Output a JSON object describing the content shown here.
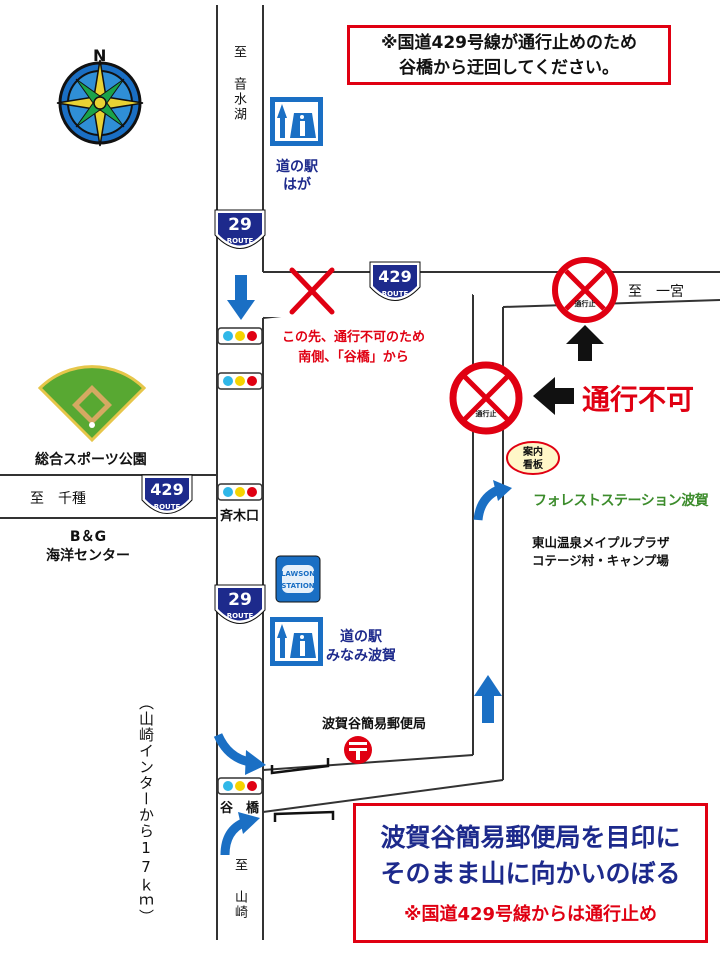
{
  "notices": {
    "top": [
      "※国道429号線が通行止めのため",
      "谷橋から迂回してください。"
    ],
    "bottom_main": [
      "波賀谷簡易郵便局を目印に",
      "そのまま山に向かいのぼる"
    ],
    "bottom_sub": "※国道429号線からは通行止め"
  },
  "compass": {
    "north": "N",
    "icon": "compass-rose-icon"
  },
  "directions": {
    "to_otomizu": "至 音水湖",
    "to_ichinomiya": "至　一宮",
    "to_chikusa": "至　千種",
    "to_yamasaki": "至 山崎",
    "yamasaki_ic": "（山崎インターから17ｋｍ）"
  },
  "routes": {
    "r29_top": {
      "number": "29",
      "sub": "ROUTE"
    },
    "r429_top": {
      "number": "429",
      "sub": "ROUTE"
    },
    "r429_left": {
      "number": "429",
      "sub": "ROUTE"
    },
    "r29_mid": {
      "number": "29",
      "sub": "ROUTE"
    }
  },
  "places": {
    "michinoeki_haga": [
      "道の駅",
      "はが"
    ],
    "michinoeki_minami": [
      "道の駅",
      "みなみ波賀"
    ],
    "sports_park": "総合スポーツ公園",
    "bg_center": [
      "B＆G",
      "海洋センター"
    ],
    "saikiguchi": "斉木口",
    "taniwashi": "谷　橋",
    "post_office": "波賀谷簡易郵便局",
    "forest_station": "フォレストステーション波賀",
    "higashiyama": [
      "東山温泉メイプルプラザ",
      "コテージ村・キャンプ場"
    ],
    "guide_board": [
      "案内",
      "看板"
    ],
    "lawson": [
      "LAWSON",
      "STATION"
    ]
  },
  "warnings": {
    "no_entry_note": [
      "この先、通行不可のため",
      "南側、「谷橋」から"
    ],
    "no_passage": "通行不可",
    "road_closed_sign": "通行止"
  },
  "colors": {
    "road": "#333333",
    "blue_arrow": "#1a6fc4",
    "red": "#e00012",
    "route_shield": "#1d2a8c",
    "forest_green": "#3c8c2c"
  }
}
